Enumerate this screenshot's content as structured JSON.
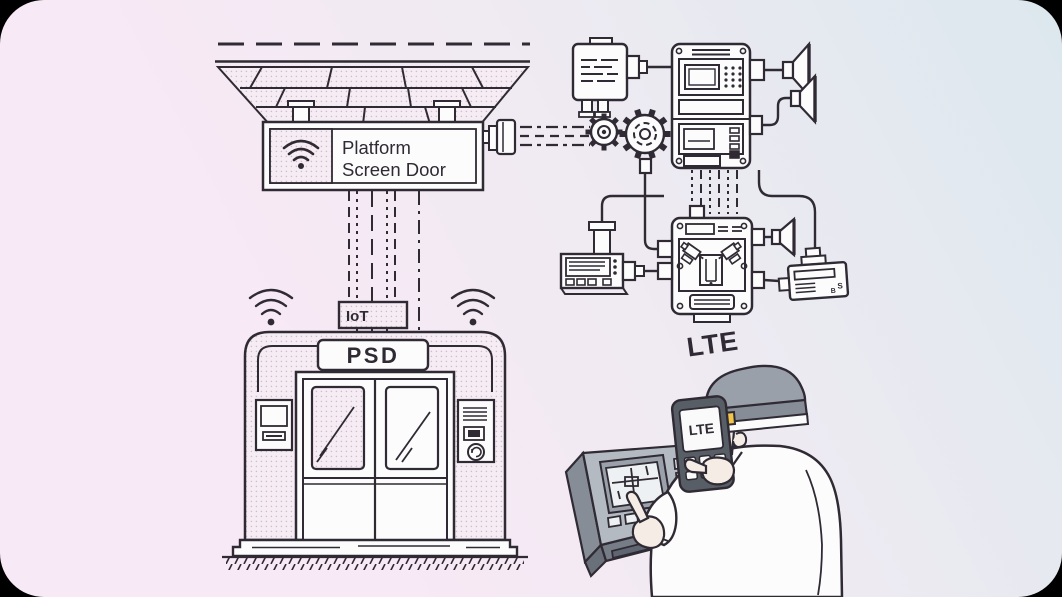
{
  "colors": {
    "outline": "#2f2a33",
    "card_gradient_start": "#f7e9f5",
    "card_gradient_end": "#dce8ee",
    "accent_yellow": "#f2c64b",
    "console_gray": "#b3bac2",
    "handheld_gray": "#585e66"
  },
  "sign": {
    "line1": "Platform",
    "line2": "Screen Door"
  },
  "iot": {
    "label": "IoT"
  },
  "psd": {
    "label": "PSD"
  },
  "lte": {
    "heading": "LTE",
    "handheld_screen": "LTE"
  },
  "radio_device": {
    "label_b": "B",
    "label_s": "S"
  },
  "icons": {
    "wifi": "wifi-signal-arcs",
    "gear": "interlocking-gears",
    "horn": "horn-loudspeaker",
    "dial": "rotary-dial"
  }
}
